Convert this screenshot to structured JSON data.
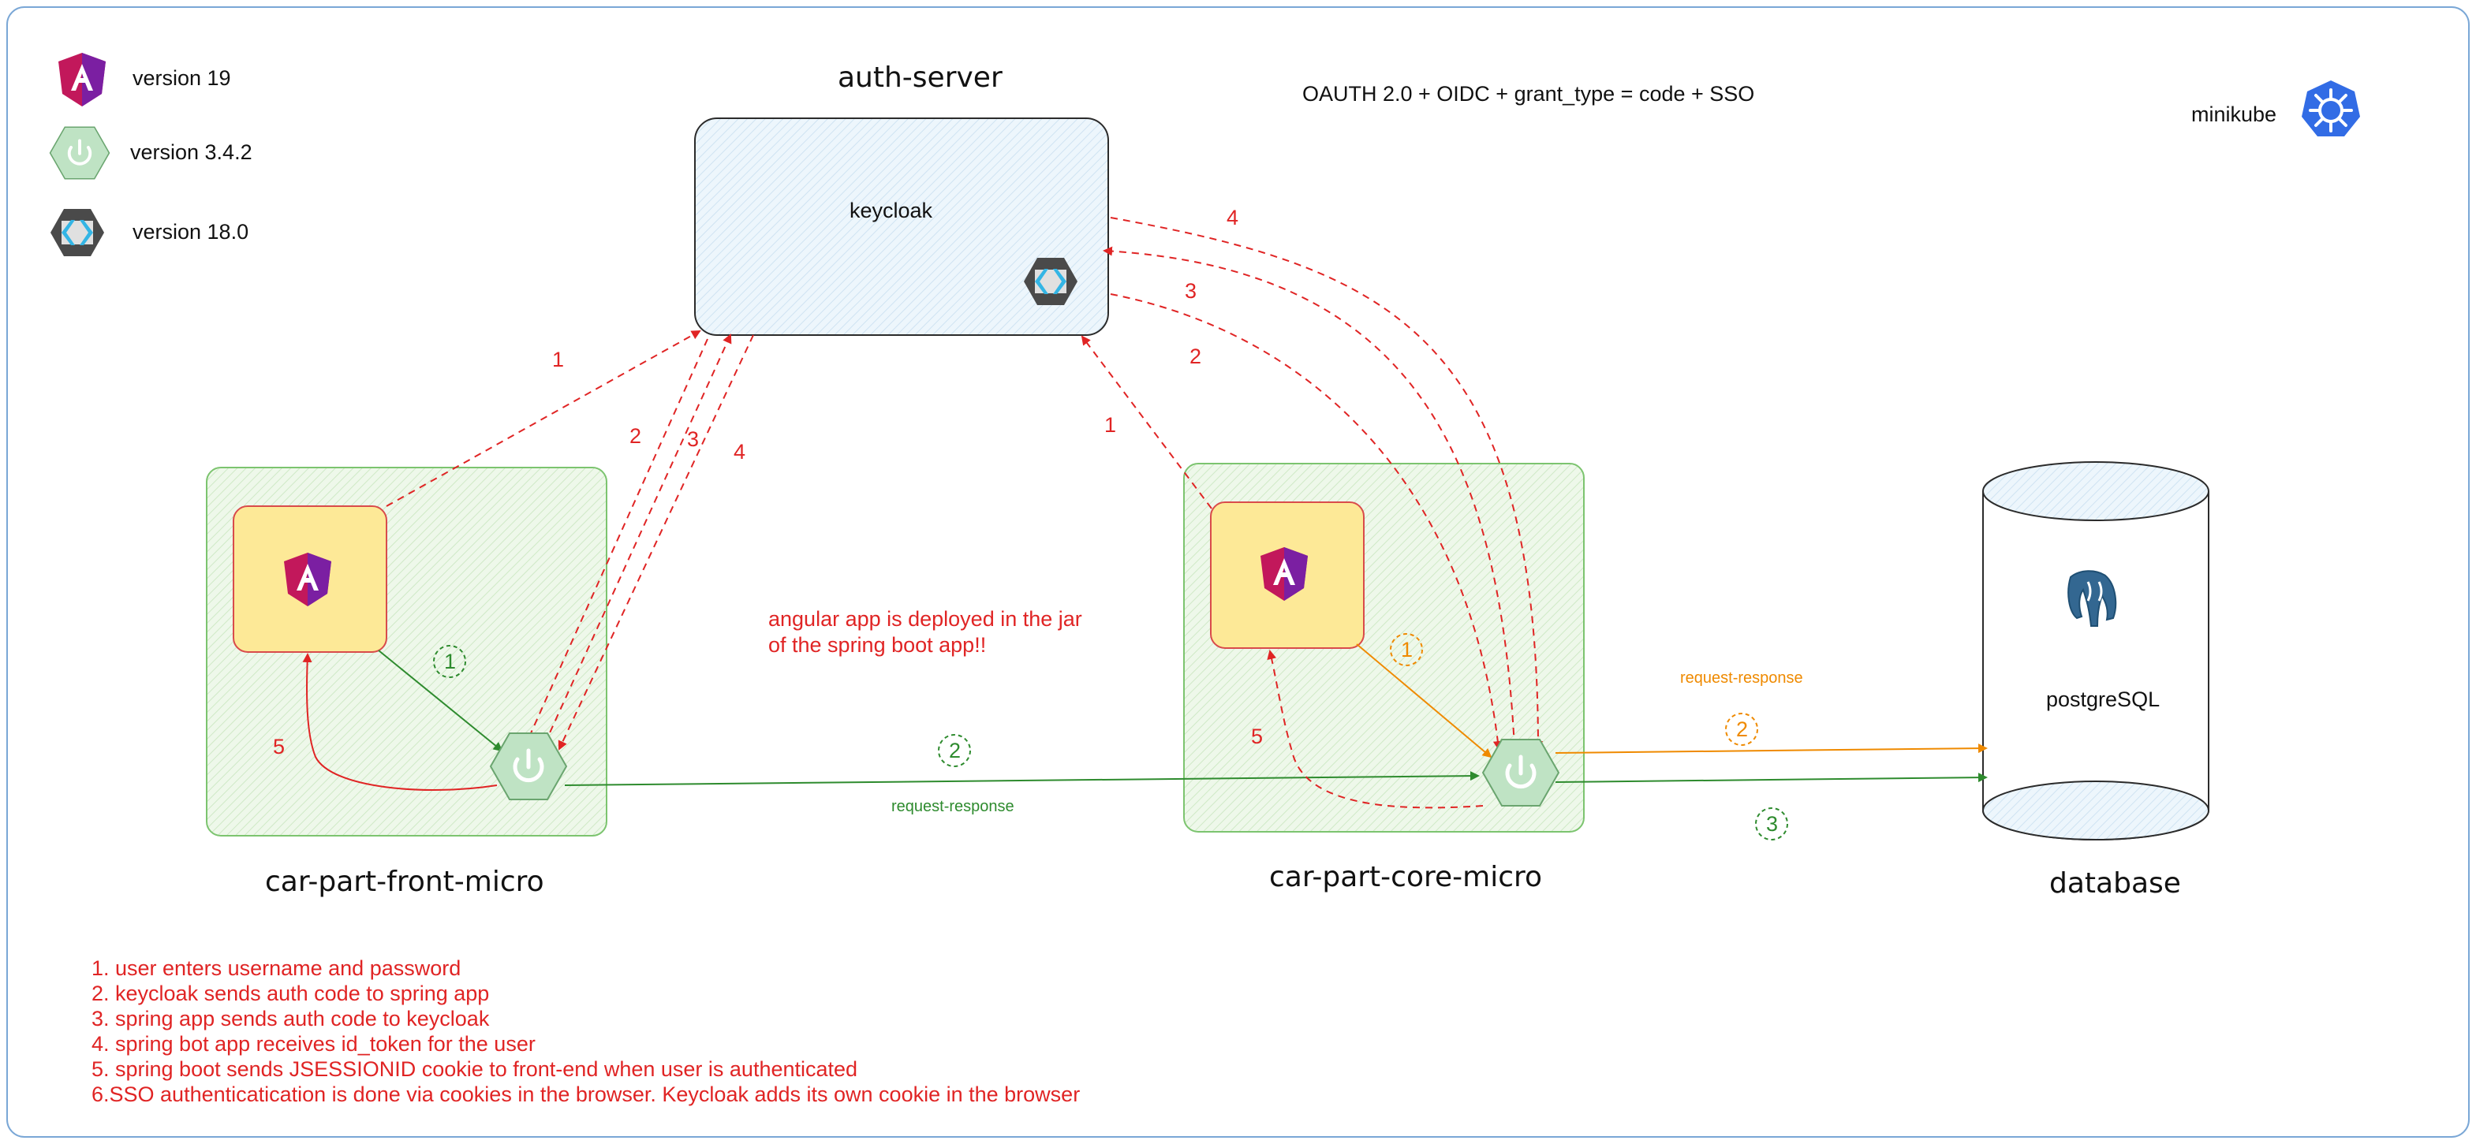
{
  "legend": {
    "angular": "version 19",
    "spring": "version 3.4.2",
    "keycloak": "version 18.0"
  },
  "auth_server": {
    "title": "auth-server",
    "inner_label": "keycloak"
  },
  "protocol_text": "OAUTH 2.0 + OIDC + grant_type = code + SSO",
  "minikube_label": "minikube",
  "front_micro": {
    "label": "car-part-front-micro"
  },
  "core_micro": {
    "label": "car-part-core-micro"
  },
  "database": {
    "label": "database",
    "inner_label": "postgreSQL"
  },
  "deploy_note": {
    "line1": "angular app is deployed in the jar",
    "line2": "of the spring boot app!!"
  },
  "flows": {
    "front_to_keycloak": [
      "1",
      "2",
      "3",
      "4"
    ],
    "core_to_keycloak": [
      "1",
      "2",
      "3",
      "4"
    ],
    "front_local": {
      "step1": "1",
      "step5": "5"
    },
    "core_local": {
      "step1": "1",
      "step5": "5"
    },
    "front_to_core": {
      "step": "2",
      "label": "request-response"
    },
    "core_to_db_orange": {
      "step": "2",
      "label": "request-response"
    },
    "core_to_db_green": {
      "step": "3"
    }
  },
  "notes": [
    "1. user enters username and password",
    "2. keycloak sends auth code to spring app",
    "3. spring app sends auth code to keycloak",
    "4. spring bot app receives id_token for the user",
    "5. spring boot sends JSESSIONID cookie to front-end when user is authenticated",
    "6.SSO authenticatication is done via cookies in the browser. Keycloak adds its own cookie in the browser"
  ],
  "colors": {
    "red": "#e02424",
    "green": "#2e8b2e",
    "orange": "#ef8a00",
    "container_green": "#e9f6e4",
    "angular_box": "#fde997",
    "keycloak_box": "#e6f3fb",
    "spring_hex": "#bfe3c4",
    "frame_blue": "#7aa7d6"
  }
}
